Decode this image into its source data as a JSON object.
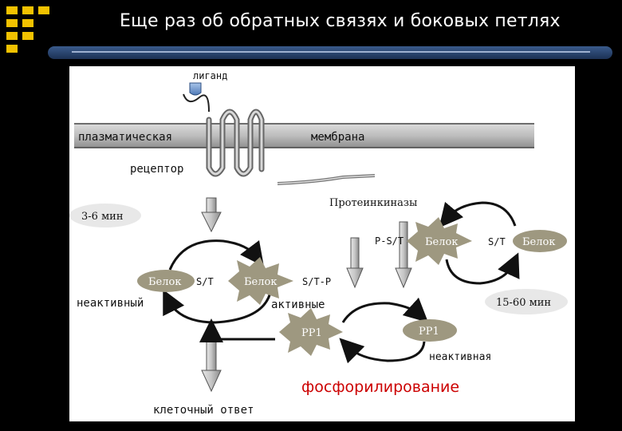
{
  "title": "Еще раз об обратных связях и боковых петлях",
  "diagram": {
    "ligand": "лиганд",
    "membrane_left": "плазматическая",
    "membrane_right": "мембрана",
    "receptor": "рецептор",
    "protein_kinases": "Протеинкиназы",
    "time_short": "3-6 мин",
    "time_long": "15-60 мин",
    "p_st": "P-S/T",
    "protein_upper_active": "Белок",
    "st_right": "S/T",
    "protein_upper_inactive": "Белок",
    "protein_inactive": "Белок",
    "st_left": "S/T",
    "protein_active": "Белок",
    "st_p": "S/T-P",
    "inactive_label": "неактивный",
    "active_label": "активные",
    "pp1_active": "PP1",
    "pp1_inactive": "PP1",
    "pp1_inactive_label": "неактивная",
    "phosphorylation": "фосфорилирование",
    "cell_response": "клеточный ответ"
  },
  "colors": {
    "accent_red": "#cc0000",
    "title_bar": "#2b4670",
    "logo": "#f2c200",
    "blob": "#9e9880"
  }
}
